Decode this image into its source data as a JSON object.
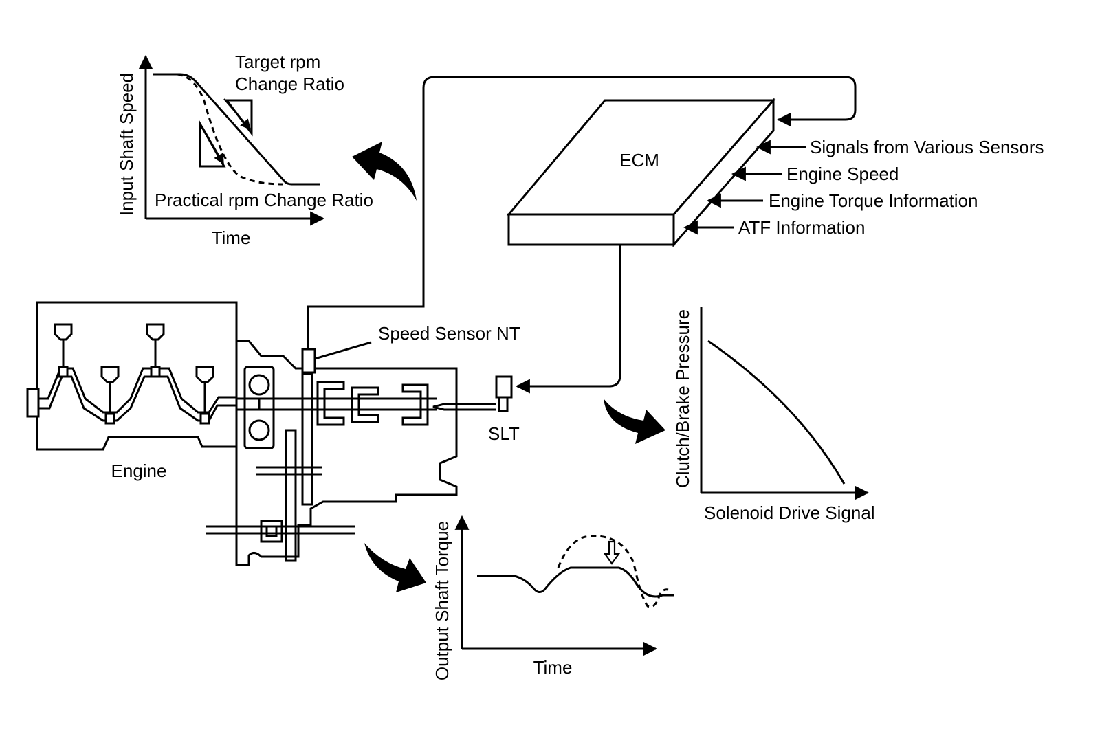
{
  "ecm": {
    "label": "ECM"
  },
  "inputs": {
    "signals_sensors": "Signals from Various Sensors",
    "engine_speed": "Engine Speed",
    "engine_torque": "Engine Torque Information",
    "atf": "ATF Information"
  },
  "components": {
    "engine": "Engine",
    "speed_sensor": "Speed Sensor NT",
    "slt": "SLT"
  },
  "graph_input_speed": {
    "ylabel": "Input Shaft Speed",
    "xlabel": "Time",
    "target_label_line1": "Target rpm",
    "target_label_line2": "Change Ratio",
    "practical_label": "Practical rpm Change Ratio"
  },
  "graph_pressure": {
    "ylabel": "Clutch/Brake Pressure",
    "xlabel": "Solenoid Drive Signal"
  },
  "graph_output_torque": {
    "ylabel": "Output Shaft Torque",
    "xlabel": "Time"
  }
}
